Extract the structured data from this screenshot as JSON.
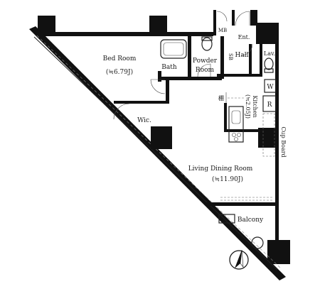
{
  "rooms": {
    "bed_room": {
      "name": "Bed Room",
      "area": "(≒6.79J)"
    },
    "bath": "Bath",
    "powder_room": {
      "line1": "Powder",
      "line2": "Room"
    },
    "mb": "MB",
    "ent": "Ent.",
    "hall": "Hall",
    "sb": "SB",
    "lav": "Lav.",
    "w": "W",
    "r": "R",
    "kitchen": {
      "name": "Kitchen",
      "area": "(≒2.05J)"
    },
    "shelf": "棚",
    "wic": "Wic.",
    "cup_board": "Cup Board",
    "ldr": {
      "name": "Living Dining Room",
      "area": "(≒11.90J)"
    },
    "balcony": "Balcony"
  }
}
